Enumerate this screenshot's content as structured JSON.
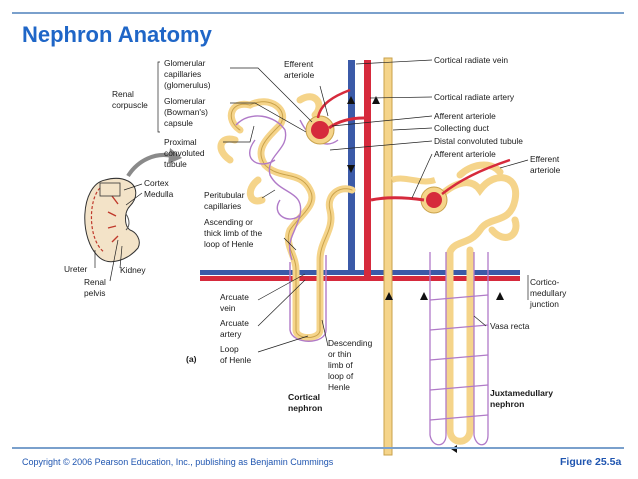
{
  "title": "Nephron Anatomy",
  "figure_label": "Figure 25.5a",
  "copyright": "Copyright © 2006 Pearson Education, Inc., publishing as Benjamin Cummings",
  "panel_label": "(a)",
  "colors": {
    "title": "#1f66c7",
    "artery": "#d62a3c",
    "vein": "#3b5aa8",
    "tubule": "#f5d48a",
    "capillary": "#b07ac8"
  },
  "labels": {
    "glomerular_capillaries": [
      "Glomerular",
      "capillaries",
      "(glomerulus)"
    ],
    "glomerular_capsule": [
      "Glomerular",
      "(Bowman's)",
      "capsule"
    ],
    "renal_corpuscle": [
      "Renal",
      "corpuscle"
    ],
    "pct": [
      "Proximal",
      "convoluted",
      "tubule"
    ],
    "cortex": "Cortex",
    "medulla": "Medulla",
    "kidney": "Kidney",
    "ureter": "Ureter",
    "renal_pelvis": [
      "Renal",
      "pelvis"
    ],
    "peritubular": [
      "Peritubular",
      "capillaries"
    ],
    "ascending": [
      "Ascending or",
      "thick limb of the",
      "loop of Henle"
    ],
    "arcuate_vein": [
      "Arcuate",
      "vein"
    ],
    "arcuate_artery": [
      "Arcuate",
      "artery"
    ],
    "loop_henle": [
      "Loop",
      "of Henle"
    ],
    "descending": [
      "Descending",
      "or thin",
      "limb of",
      "loop of",
      "Henle"
    ],
    "cortical_nephron": [
      "Cortical",
      "nephron"
    ],
    "efferent_left": [
      "Efferent",
      "arteriole"
    ],
    "cortical_radiate_vein": "Cortical radiate vein",
    "cortical_radiate_artery": "Cortical radiate artery",
    "afferent1": "Afferent arteriole",
    "collecting_duct": "Collecting duct",
    "dct": "Distal convoluted tubule",
    "afferent2": "Afferent arteriole",
    "efferent_right": [
      "Efferent",
      "arteriole"
    ],
    "cortico_junction": [
      "Cortico-",
      "medullary",
      "junction"
    ],
    "vasa_recta": "Vasa recta",
    "juxtamedullary": [
      "Juxtamedullary",
      "nephron"
    ]
  }
}
